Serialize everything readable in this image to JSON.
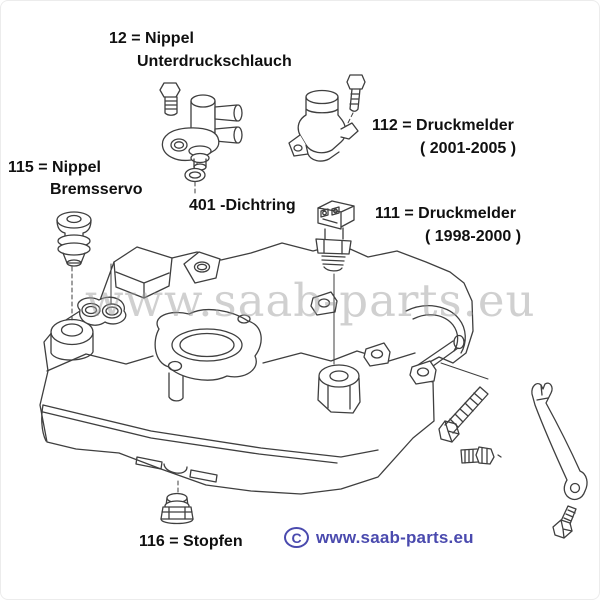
{
  "labels": {
    "nippel_unterdruck": {
      "line1": "12 = Nippel",
      "line2": "Unterdruckschlauch"
    },
    "nippel_bremsservo": {
      "line1": "115 = Nippel",
      "line2": "Bremsservo"
    },
    "dichtring": {
      "line1": "401 -Dichtring"
    },
    "druckmelder_2001": {
      "line1": "112 = Druckmelder",
      "line2": "( 2001-2005 )"
    },
    "druckmelder_1998": {
      "line1": "111 = Druckmelder",
      "line2": "( 1998-2000 )"
    },
    "stopfen": {
      "line1": "116 = Stopfen"
    }
  },
  "watermark": {
    "text": "www.saab-parts.eu"
  },
  "footer": {
    "copyright_symbol": "C",
    "link": "www.saab-parts.eu"
  },
  "colors": {
    "link_blue": "#4a4aae",
    "watermark_gray": "#9f9f9f",
    "line": "#3f3f3f"
  }
}
